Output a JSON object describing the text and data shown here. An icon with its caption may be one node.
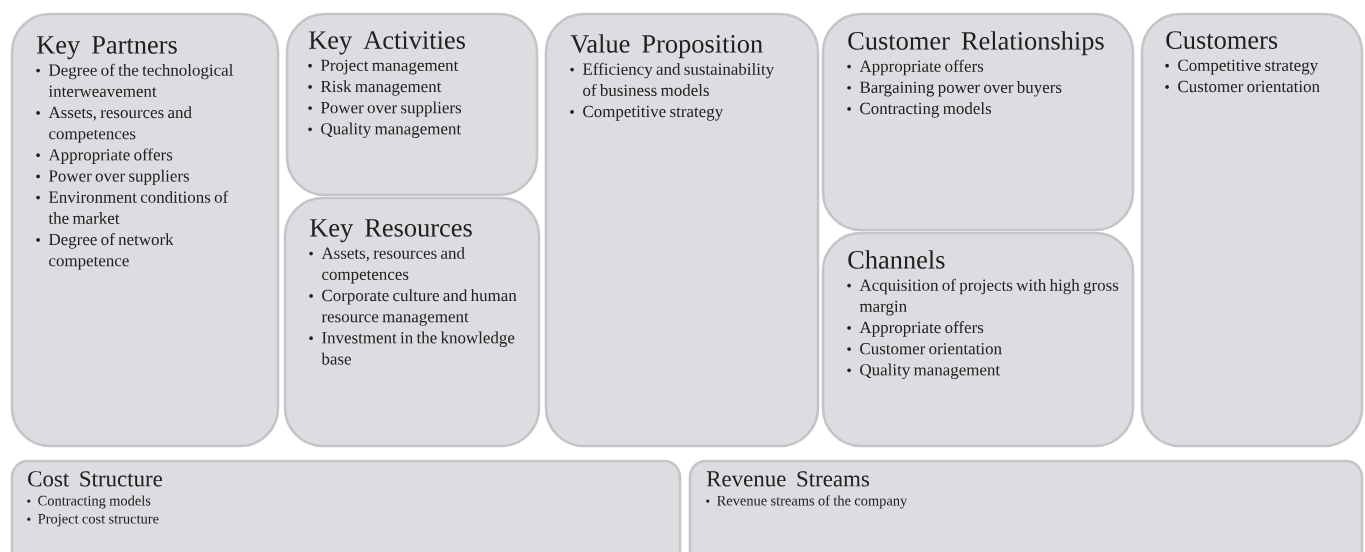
{
  "diagram": {
    "nodes": [
      {
        "text": [
          "Key Partners",
          "Degree of the technological interweavement",
          "Assets, resources and competences",
          "Appropriate offers",
          "Power over suppliers",
          "Environment conditions of the market",
          "Degree of network competence"
        ]
      },
      {
        "text": [
          "Key Activities",
          "Project management",
          "Risk management",
          "Power over suppliers",
          "Quality management"
        ]
      },
      {
        "text": [
          "Key Resources",
          "Assets, resources and competences",
          "Corporate culture and human resource management",
          "Investment in the knowledge base"
        ]
      },
      {
        "text": [
          "Value Proposition",
          "Efficiency and sustainability of business models",
          "Competitive strategy"
        ]
      },
      {
        "text": [
          "Customer Relationships",
          "Appropriate offers",
          "Bargaining power over  buyers",
          "Contracting models"
        ]
      },
      {
        "text": [
          "Channels",
          "Acquisition of projects with high gross margin",
          "Appropriate offers",
          "Customer orientation",
          "Quality management"
        ]
      },
      {
        "text": [
          "Customers",
          "Competitive strategy",
          "Customer orientation"
        ]
      },
      {
        "text": [
          "Cost Structure",
          "Contracting models",
          "Project cost structure"
        ]
      },
      {
        "text": [
          "Revenue Streams",
          "Revenue streams of the company"
        ]
      }
    ]
  }
}
